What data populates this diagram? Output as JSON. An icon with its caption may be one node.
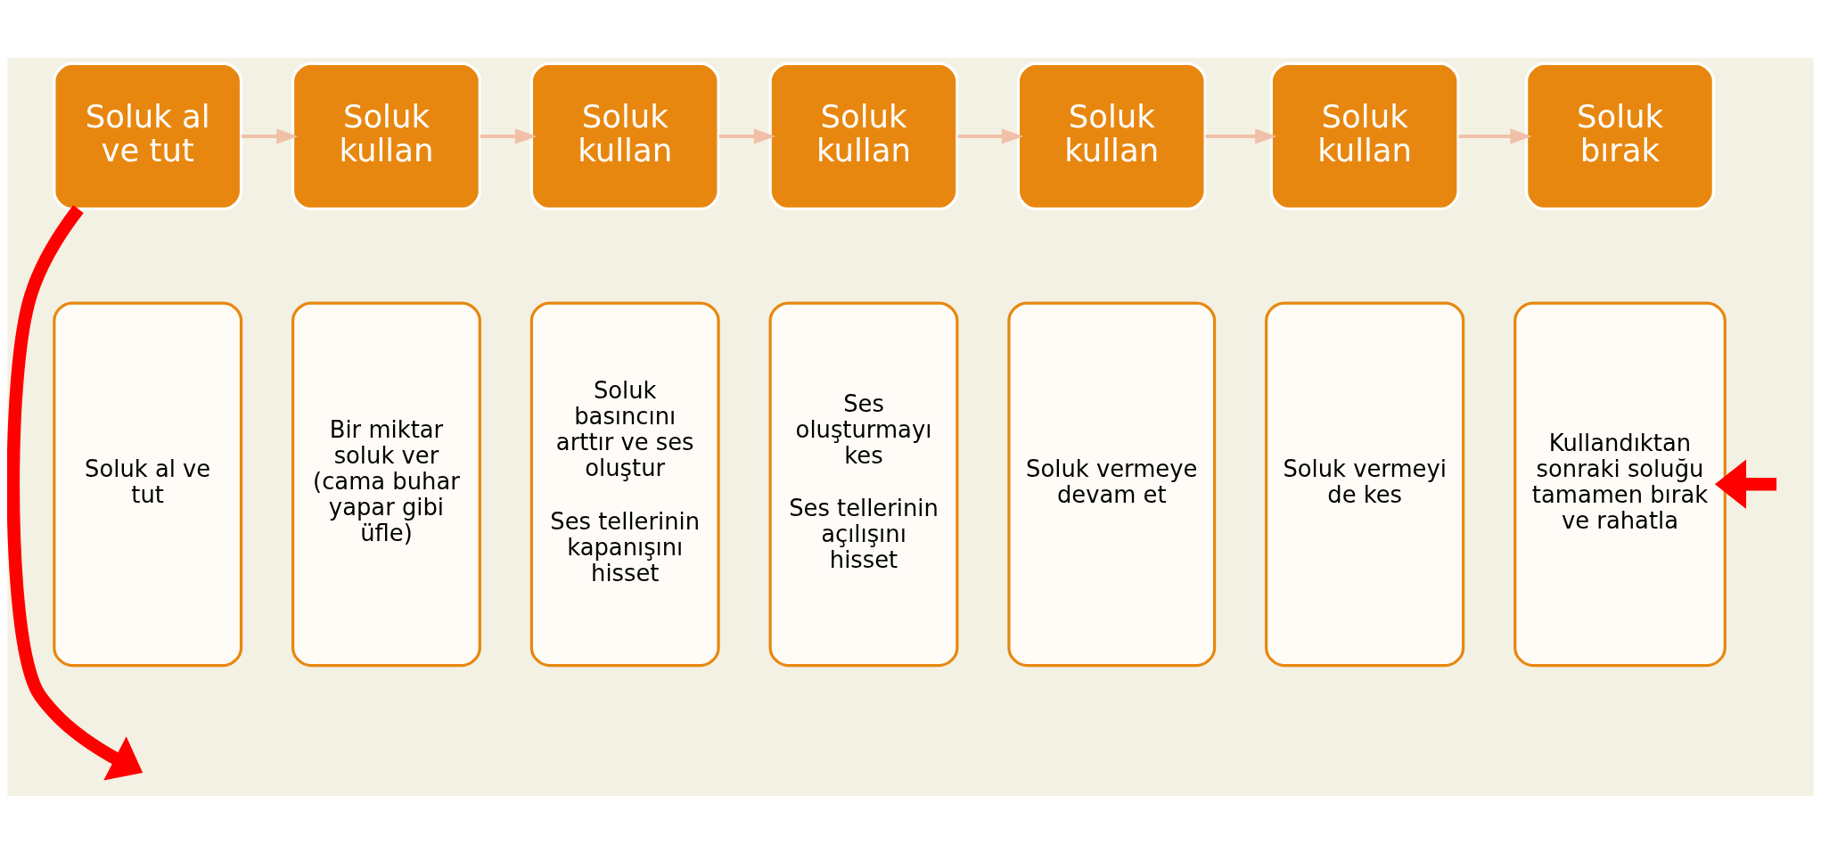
{
  "diagram": {
    "nodes": [
      {
        "text": [
          "Soluk al ve tut"
        ]
      },
      {
        "text": [
          "Soluk al ve tut"
        ]
      },
      {
        "text": [
          "Soluk kullan"
        ]
      },
      {
        "text": [
          "Bir miktar soluk ver (cama buhar yapar gibi üfle)"
        ]
      },
      {
        "text": [
          "Soluk kullan"
        ]
      },
      {
        "text": [
          "Soluk basıncını arttır ve ses oluştur",
          "Ses tellerinin kapanışını hisset"
        ]
      },
      {
        "text": [
          "Soluk kullan"
        ]
      },
      {
        "text": [
          "Ses oluşturmayı kes",
          "Ses tellerinin açılışını hisset"
        ]
      },
      {
        "text": [
          "Soluk kullan"
        ]
      },
      {
        "text": [
          "Soluk vermeye devam et"
        ]
      },
      {
        "text": [
          "Soluk kullan"
        ]
      },
      {
        "text": [
          "Soluk vermeyi de kes"
        ]
      },
      {
        "text": [
          "Soluk bırak"
        ]
      },
      {
        "text": [
          "Kullandıktan sonraki soluğu tamamen bırak ve rahatla"
        ]
      }
    ],
    "edges": [
      {
        "from": 0,
        "to": 2,
        "arrow": "to"
      },
      {
        "from": 2,
        "to": 4,
        "arrow": "to"
      },
      {
        "from": 4,
        "to": 6,
        "arrow": "to"
      },
      {
        "from": 6,
        "to": 8,
        "arrow": "to"
      },
      {
        "from": 8,
        "to": 10,
        "arrow": "to"
      },
      {
        "from": 10,
        "to": 12,
        "arrow": "to"
      },
      {
        "from": 0,
        "to": null,
        "arrow": "to",
        "style": "thick",
        "color": "#ff0000"
      },
      {
        "from": null,
        "to": 13,
        "arrow": "to",
        "style": "thick",
        "color": "#ff0000"
      }
    ]
  }
}
